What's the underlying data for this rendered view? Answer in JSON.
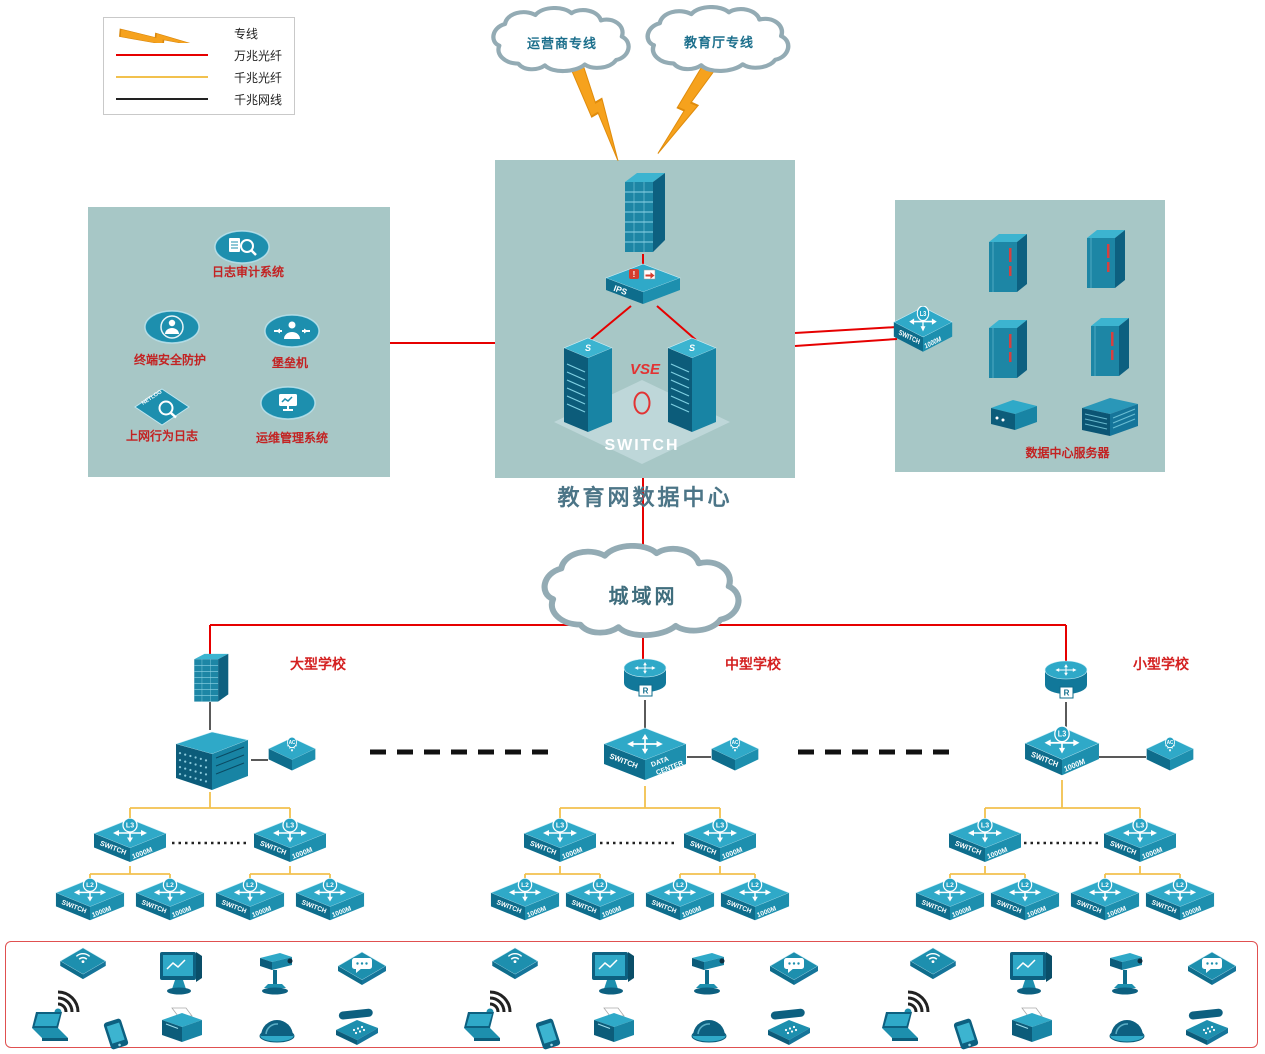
{
  "legend": {
    "items": [
      {
        "label": "专线",
        "symbol": "lightning",
        "color": "#f6a21d"
      },
      {
        "label": "万兆光纤",
        "symbol": "line",
        "color": "#e60000"
      },
      {
        "label": "千兆光纤",
        "symbol": "line",
        "color": "#f2c14e"
      },
      {
        "label": "千兆网线",
        "symbol": "line",
        "color": "#222222"
      }
    ]
  },
  "clouds": {
    "operator_line": "运营商专线",
    "education_line": "教育厅专线",
    "metro_network": "城域网"
  },
  "datacenter": {
    "title": "教育网数据中心",
    "vse_label": "VSE",
    "ips_label": "IPS",
    "switch_watermark": "SWITCH"
  },
  "security_panel": {
    "items": [
      {
        "label": "日志审计系统",
        "icon": "audit-magnifier-icon"
      },
      {
        "label": "终端安全防护",
        "icon": "terminal-security-icon"
      },
      {
        "label": "堡垒机",
        "icon": "bastion-host-icon"
      },
      {
        "label": "上网行为日志",
        "icon": "netlog-magnifier-icon",
        "icon_text": "NETLOG"
      },
      {
        "label": "运维管理系统",
        "icon": "ops-monitor-icon"
      }
    ]
  },
  "server_panel": {
    "label": "数据中心服务器",
    "switch": {
      "badge": "L3",
      "line1": "SWITCH",
      "line2": "1000M"
    }
  },
  "schools": [
    {
      "name": "大型学校"
    },
    {
      "name": "中型学校"
    },
    {
      "name": "小型学校"
    }
  ],
  "devices": {
    "l3_switch": {
      "badge": "L3",
      "line1": "SWITCH",
      "line2": "1000M"
    },
    "l2_switch": {
      "badge": "L2",
      "line1": "SWITCH",
      "line2": "1000M"
    },
    "core_switch_medium": {
      "line1": "SWITCH",
      "line2": "DATA",
      "line3": "CENTER"
    },
    "ac_controller": {
      "badge": "AC"
    },
    "router_badge": "R",
    "server_top_glyph": "S"
  },
  "endpoint_icons": [
    "wireless-ap",
    "wifi-signal",
    "laptop",
    "smartphone",
    "desktop-monitor",
    "printer",
    "ptz-camera",
    "dome-camera",
    "chat-message",
    "telephone"
  ]
}
